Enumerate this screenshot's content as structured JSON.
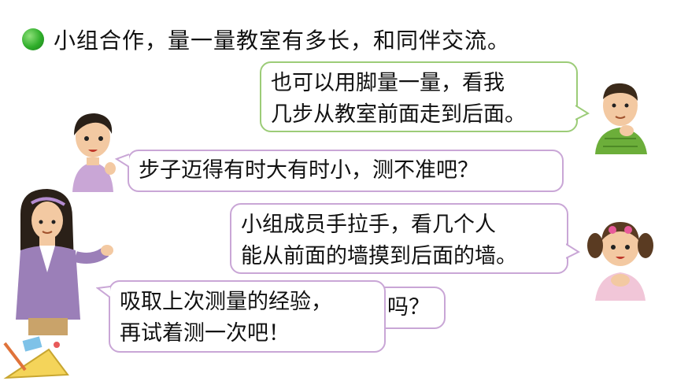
{
  "title": "小组合作，量一量教室有多长，和同伴交流。",
  "bubbles": {
    "boy_right": [
      "也可以用脚量一量，看我",
      "几步从教室前面走到后面。"
    ],
    "boy_left": [
      "步子迈得有时大有时小，测不准吧？"
    ],
    "girl_right": [
      "小组成员手拉手，看几个人",
      "能从前面的墙摸到后面的墙。"
    ],
    "hidden_fragment": "吗？",
    "teacher": [
      "吸取上次测量的经验，",
      "再试着测一次吧！"
    ]
  },
  "colors": {
    "bullet": "#2fae2a",
    "bubble_border_purple": "#c9a6d6",
    "bubble_border_green": "#9ccc78"
  }
}
